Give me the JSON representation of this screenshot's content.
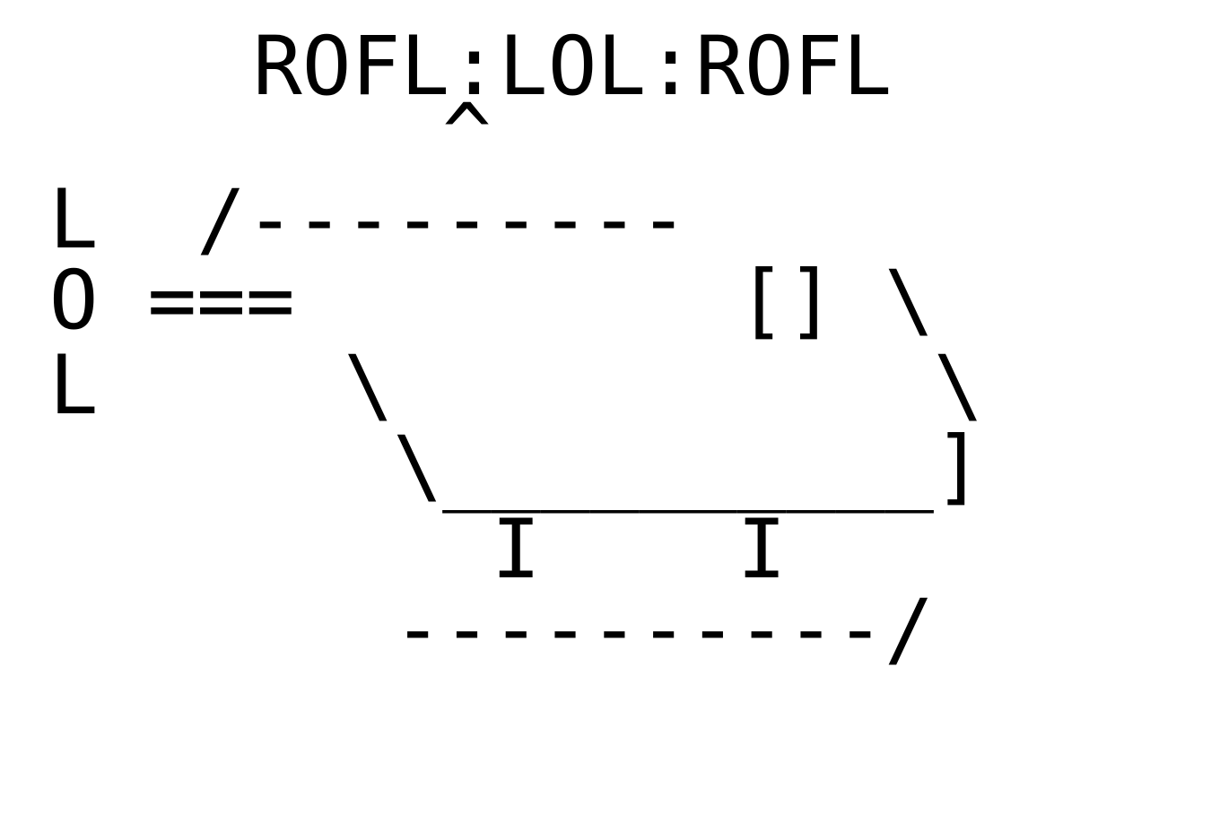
{
  "ascii_art": {
    "lines": [
      "    ROFL:LOL:ROFL",
      "         ^",
      " L  /---------",
      " O ===         [] \\",
      " L     \\           \\",
      "        \\__________]",
      "          I    I",
      "        ----------/"
    ]
  },
  "colors": {
    "background": "#ffffff",
    "text": "#000000"
  }
}
